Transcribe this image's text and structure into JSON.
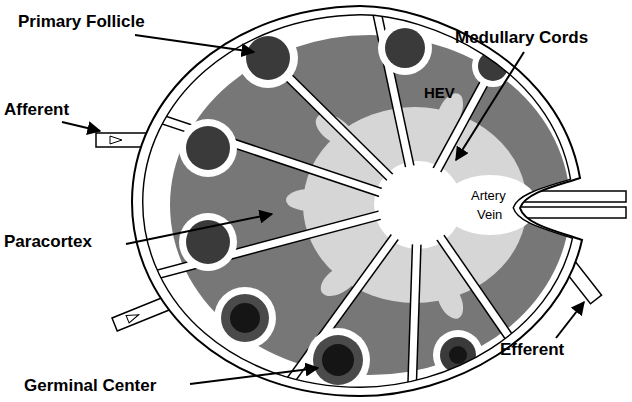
{
  "diagram": {
    "labels": [
      "Primary Follicle",
      "Medullary Cords",
      "Afferent",
      "HEV",
      "Paracortex",
      "Artery",
      "Vein",
      "Efferent",
      "Germinal Center"
    ]
  }
}
